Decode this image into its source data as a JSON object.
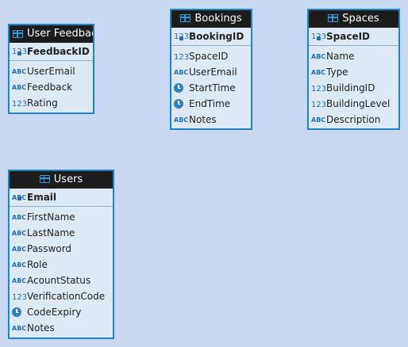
{
  "entities": {
    "user_feedback": {
      "title": "User Feedback",
      "pk": {
        "name": "FeedbackID",
        "type_icon": "numeric-key-icon",
        "type_text": "123"
      },
      "columns": [
        {
          "name": "UserEmail",
          "type_icon": "text-type-icon",
          "type_text": "ABC"
        },
        {
          "name": "Feedback",
          "type_icon": "text-type-icon",
          "type_text": "ABC"
        },
        {
          "name": "Rating",
          "type_icon": "numeric-type-icon",
          "type_text": "123"
        }
      ]
    },
    "bookings": {
      "title": "Bookings",
      "pk": {
        "name": "BookingID",
        "type_icon": "numeric-key-icon",
        "type_text": "123"
      },
      "columns": [
        {
          "name": "SpaceID",
          "type_icon": "numeric-type-icon",
          "type_text": "123"
        },
        {
          "name": "UserEmail",
          "type_icon": "text-type-icon",
          "type_text": "ABC"
        },
        {
          "name": "StartTime",
          "type_icon": "clock-icon",
          "type_text": ""
        },
        {
          "name": "EndTime",
          "type_icon": "clock-icon",
          "type_text": ""
        },
        {
          "name": "Notes",
          "type_icon": "text-type-icon",
          "type_text": "ABC"
        }
      ]
    },
    "spaces": {
      "title": "Spaces",
      "pk": {
        "name": "SpaceID",
        "type_icon": "numeric-key-icon",
        "type_text": "123"
      },
      "columns": [
        {
          "name": "Name",
          "type_icon": "text-type-icon",
          "type_text": "ABC"
        },
        {
          "name": "Type",
          "type_icon": "text-type-icon",
          "type_text": "ABC"
        },
        {
          "name": "BuildingID",
          "type_icon": "numeric-type-icon",
          "type_text": "123"
        },
        {
          "name": "BuildingLevel",
          "type_icon": "numeric-type-icon",
          "type_text": "123"
        },
        {
          "name": "Description",
          "type_icon": "text-type-icon",
          "type_text": "ABC"
        }
      ]
    },
    "users": {
      "title": "Users",
      "pk": {
        "name": "Email",
        "type_icon": "text-key-icon",
        "type_text": "ABC"
      },
      "columns": [
        {
          "name": "FirstName",
          "type_icon": "text-type-icon",
          "type_text": "ABC"
        },
        {
          "name": "LastName",
          "type_icon": "text-type-icon",
          "type_text": "ABC"
        },
        {
          "name": "Password",
          "type_icon": "text-type-icon",
          "type_text": "ABC"
        },
        {
          "name": "Role",
          "type_icon": "text-type-icon",
          "type_text": "ABC"
        },
        {
          "name": "AcountStatus",
          "type_icon": "text-type-icon",
          "type_text": "ABC"
        },
        {
          "name": "VerificationCode",
          "type_icon": "numeric-type-icon",
          "type_text": "123"
        },
        {
          "name": "CodeExpiry",
          "type_icon": "clock-icon",
          "type_text": ""
        },
        {
          "name": "Notes",
          "type_icon": "text-type-icon",
          "type_text": "ABC"
        }
      ]
    }
  },
  "colors": {
    "canvas": "#c8d8f0",
    "entity_body": "#ddeaf6",
    "entity_border": "#1a86c8",
    "header_bg": "#1c1c1c",
    "type_icon": "#1e6fb8"
  }
}
